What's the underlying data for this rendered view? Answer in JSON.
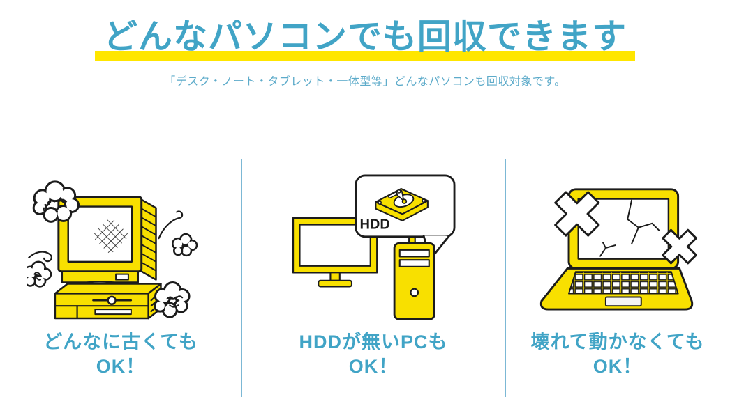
{
  "theme": {
    "accent_blue": "#41a4c6",
    "subtitle_blue": "#5dabca",
    "highlight_yellow": "#ffe600",
    "illustration_yellow": "#f8e000",
    "line_black": "#1c1c1c",
    "divider_blue": "#7cb8d5",
    "background": "#ffffff"
  },
  "header": {
    "title": "どんなパソコンでも回収できます",
    "subtitle": "「デスク・ノート・タブレット・一体型等」どんなパソコンも回収対象です。"
  },
  "features": [
    {
      "illustration": "dusty-crt-computer",
      "caption_line1": "どんなに古くても",
      "caption_line2": "OK！"
    },
    {
      "illustration": "desktop-pc-with-hdd-speech-bubble",
      "bubble_label": "HDD",
      "caption_line1": "HDDが無いPCも",
      "caption_line2": "OK！"
    },
    {
      "illustration": "broken-laptop",
      "caption_line1": "壊れて動かなくても",
      "caption_line2": "OK！"
    }
  ]
}
